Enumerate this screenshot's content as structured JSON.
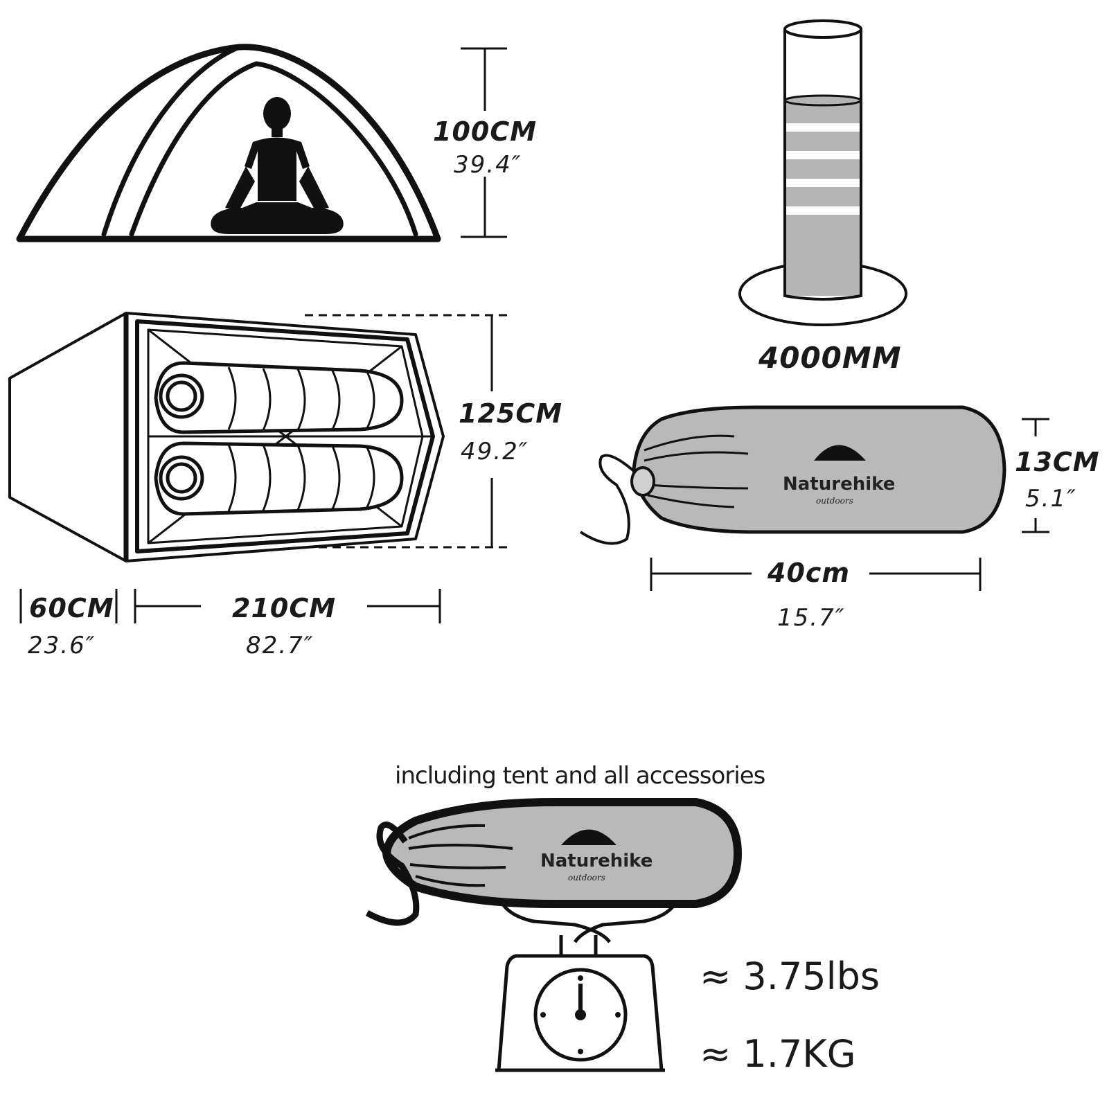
{
  "tent_height": {
    "cm": "100CM",
    "inch": "39.4″"
  },
  "tent_width": {
    "cm": "125CM",
    "inch": "49.2″"
  },
  "vestibule_length": {
    "cm": "60CM",
    "inch": "23.6″"
  },
  "tent_length": {
    "cm": "210CM",
    "inch": "82.7″"
  },
  "waterproof": {
    "label": "4000MM"
  },
  "packed_diameter": {
    "cm": "13CM",
    "inch": "5.1″"
  },
  "packed_length": {
    "cm": "40cm",
    "inch": "15.7″"
  },
  "brand": {
    "name": "Naturehike",
    "tagline": "outdoors"
  },
  "weight": {
    "caption": "including tent and all accessories",
    "lbs": "≈ 3.75lbs",
    "kg": "≈ 1.7KG"
  },
  "icons": [
    "tent-side-icon",
    "person-icon",
    "tent-top-icon",
    "sleeping-bag-icon",
    "water-column-icon",
    "stuff-sack-icon",
    "scale-icon"
  ]
}
